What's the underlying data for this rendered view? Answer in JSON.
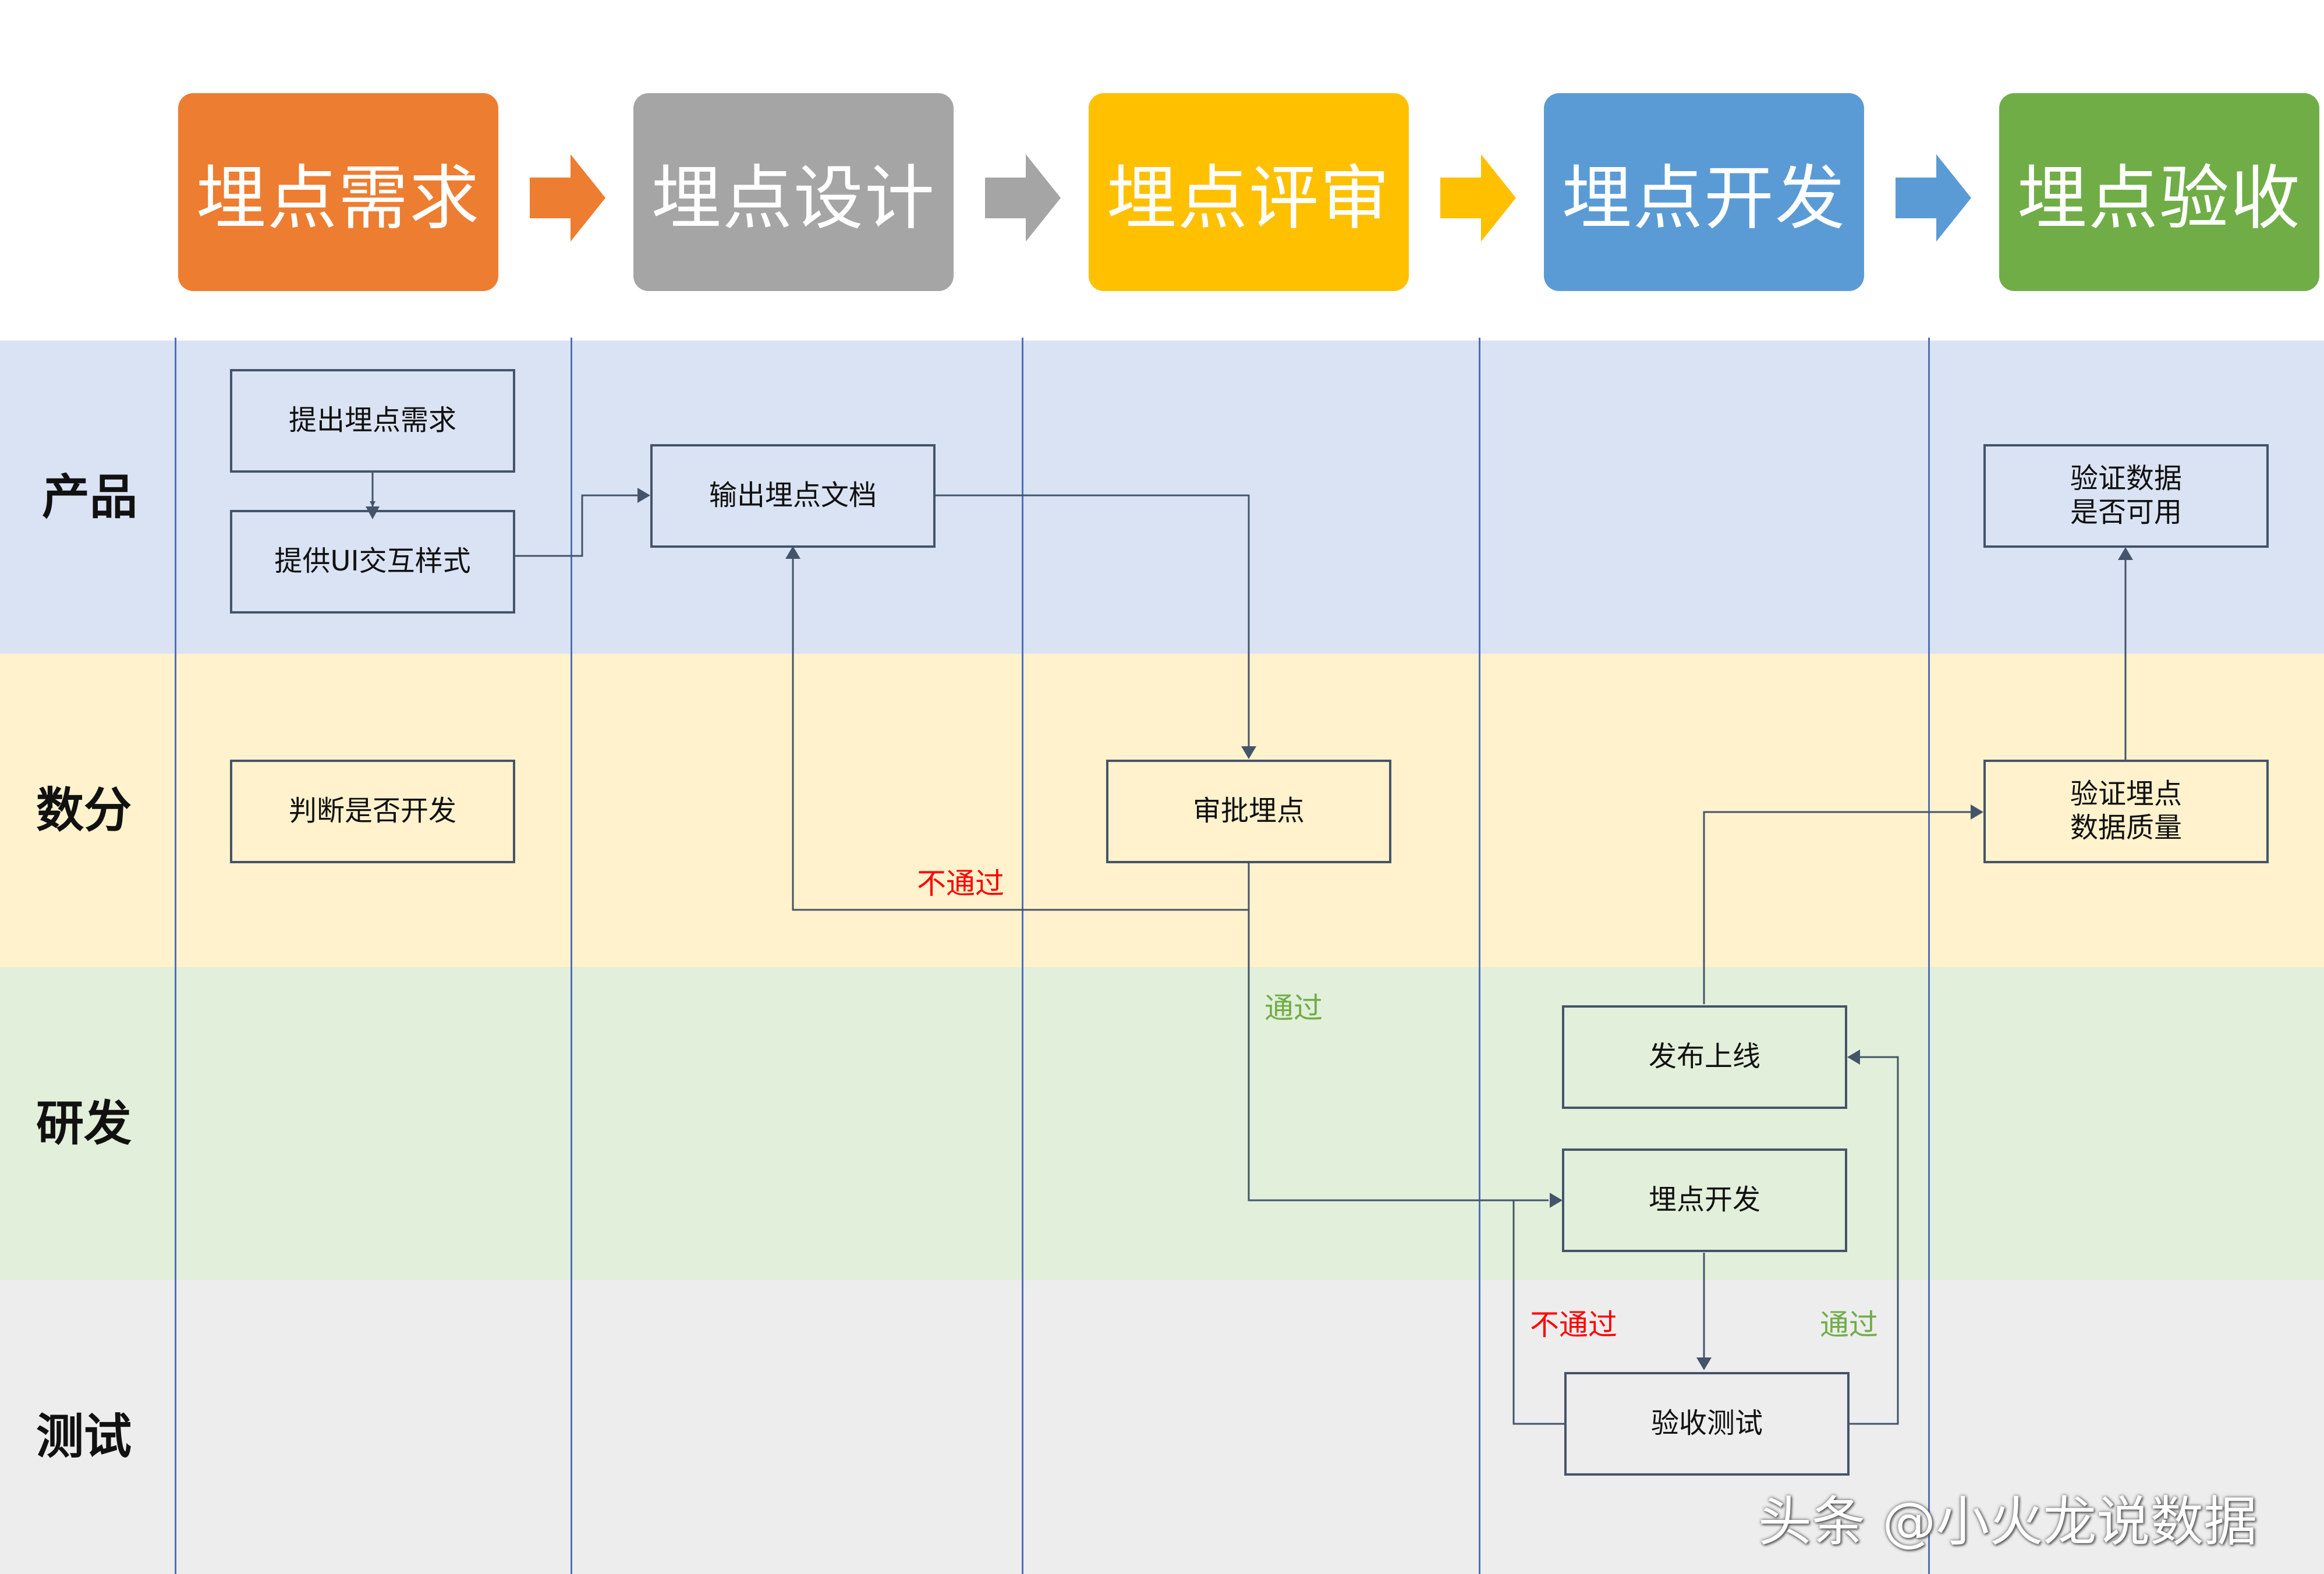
{
  "colors": {
    "need": "#ED7D31",
    "design": "#A5A5A5",
    "review": "#FFC000",
    "dev": "#5B9BD5",
    "accept": "#70AD47",
    "lane_product": "#DAE3F3",
    "lane_analytics": "#FFF2CC",
    "lane_rnd": "#E2EFDA",
    "lane_test": "#EDEDED",
    "fail": "#FF0000",
    "pass": "#70AD47",
    "connector": "#44546A"
  },
  "stages": [
    {
      "label": "埋点需求",
      "color": "#ED7D31"
    },
    {
      "label": "埋点设计",
      "color": "#A5A5A5"
    },
    {
      "label": "埋点评审",
      "color": "#FFC000"
    },
    {
      "label": "埋点开发",
      "color": "#5B9BD5"
    },
    {
      "label": "埋点验收",
      "color": "#70AD47"
    }
  ],
  "lanes": [
    {
      "label": "产品"
    },
    {
      "label": "数分"
    },
    {
      "label": "研发"
    },
    {
      "label": "测试"
    }
  ],
  "nodes": {
    "submit": "提出埋点需求",
    "ui": "提供UI交互样式",
    "judge": "判断是否开发",
    "doc": "输出埋点文档",
    "approve": "审批埋点",
    "release": "发布上线",
    "develop": "埋点开发",
    "accept_test": "验收测试",
    "verify_quality": "验证埋点\n数据质量",
    "verify_usable": "验证数据\n是否可用"
  },
  "edge_labels": {
    "reject1": "不通过",
    "pass1": "通过",
    "reject2": "不通过",
    "pass2": "通过"
  },
  "watermark": "头条 @小火龙说数据"
}
